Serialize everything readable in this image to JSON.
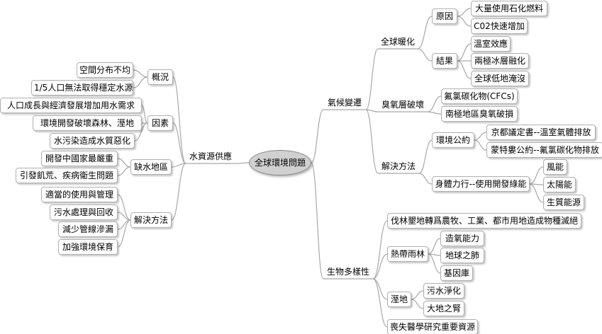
{
  "root": {
    "label": "全球環境問題"
  },
  "right": {
    "climate": {
      "label": "氣候變遷",
      "warming": {
        "label": "全球暖化",
        "cause": {
          "label": "原因",
          "items": [
            "大量使用石化燃料",
            "C02快速增加"
          ]
        },
        "result": {
          "label": "結果",
          "items": [
            "溫室效應",
            "兩極冰層融化",
            "全球低地淹沒"
          ]
        }
      },
      "ozone": {
        "label": "臭氧層破壞",
        "items": [
          "氟氯碳化物(CFCs)",
          "南極地區臭氧破損"
        ]
      },
      "solution": {
        "label": "解決方法",
        "treaty": {
          "label": "環境公約",
          "items": [
            "京都議定書--溫室氣體排放",
            "蒙特婁公約--氟氯碳化物排放"
          ]
        },
        "action": {
          "label": "身體力行--使用開發綠能",
          "items": [
            "風能",
            "太陽能",
            "生質能源"
          ]
        }
      }
    },
    "bio": {
      "label": "生物多樣性",
      "deforest": "伐林墾地轉爲農牧、工業、都市用地造成物種滅絕",
      "rainforest": {
        "label": "熱帶雨林",
        "items": [
          "造氧能力",
          "地球之肺",
          "基因庫"
        ]
      },
      "wetland": {
        "label": "溼地",
        "items": [
          "污水淨化",
          "大地之腎"
        ]
      },
      "medical": "喪失醫學研究重要資源"
    }
  },
  "left": {
    "water": {
      "label": "水資源供應",
      "overview": {
        "label": "概況",
        "items": [
          "空間分布不均",
          "1/5人口無法取得穩定水源"
        ]
      },
      "factors": {
        "label": "因素",
        "items": [
          "人口成長與經濟發展增加用水需求",
          "環境開發破壞森林、溼地",
          "水污染造成水質惡化"
        ]
      },
      "shortage": {
        "label": "缺水地區",
        "items": [
          "開發中國家最嚴重",
          "引發飢荒、疾病衛生問題"
        ]
      },
      "solution": {
        "label": "解決方法",
        "items": [
          "適當的使用與管理",
          "污水處理與回收",
          "減少管線滲漏",
          "加強環境保育"
        ]
      }
    }
  }
}
